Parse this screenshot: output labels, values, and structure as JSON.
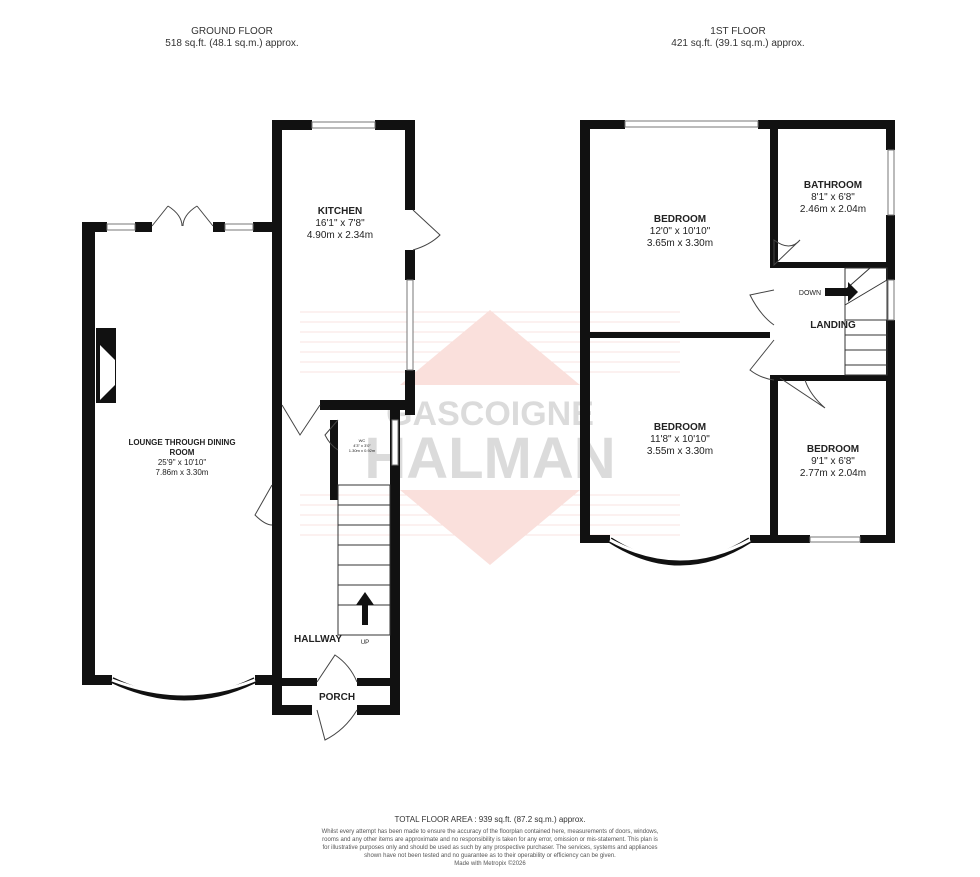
{
  "ground_floor": {
    "title": "GROUND FLOOR",
    "area": "518 sq.ft. (48.1 sq.m.) approx.",
    "rooms": [
      {
        "name": "KITCHEN",
        "imperial": "16'1\" x 7'8\"",
        "metric": "4.90m x 2.34m"
      },
      {
        "name": "LOUNGE THROUGH DINING",
        "name2": "ROOM",
        "imperial": "25'9\" x 10'10\"",
        "metric": "7.86m x 3.30m"
      },
      {
        "name": "WC",
        "imperial": "4'3\" x 3'0\"",
        "metric": "1.30m x 0.92m"
      },
      {
        "name": "HALLWAY"
      },
      {
        "name": "PORCH"
      }
    ],
    "stair_label": "UP"
  },
  "first_floor": {
    "title": "1ST FLOOR",
    "area": "421 sq.ft. (39.1 sq.m.) approx.",
    "rooms": [
      {
        "name": "BEDROOM",
        "imperial": "12'0\" x 10'10\"",
        "metric": "3.65m x 3.30m"
      },
      {
        "name": "BATHROOM",
        "imperial": "8'1\" x 6'8\"",
        "metric": "2.46m x 2.04m"
      },
      {
        "name": "BEDROOM",
        "imperial": "11'8\" x 10'10\"",
        "metric": "3.55m x 3.30m"
      },
      {
        "name": "BEDROOM",
        "imperial": "9'1\" x 6'8\"",
        "metric": "2.77m x 2.04m"
      },
      {
        "name": "LANDING"
      }
    ],
    "stair_label": "DOWN"
  },
  "watermark": {
    "line1": "GASCOIGNE",
    "line2": "HALMAN"
  },
  "footer": {
    "total": "TOTAL FLOOR AREA : 939 sq.ft. (87.2 sq.m.) approx.",
    "disclaimer": "Whilst every attempt has been made to ensure the accuracy of the floorplan contained here, measurements of doors, windows, rooms and any other items are approximate and no responsibility is taken for any error, omission or mis-statement. This plan is for illustrative purposes only and should be used as such by any prospective purchaser. The services, systems and appliances shown have not been tested and no guarantee as to their operability or efficiency can be given.",
    "credit": "Made with Metropix ©2026"
  }
}
